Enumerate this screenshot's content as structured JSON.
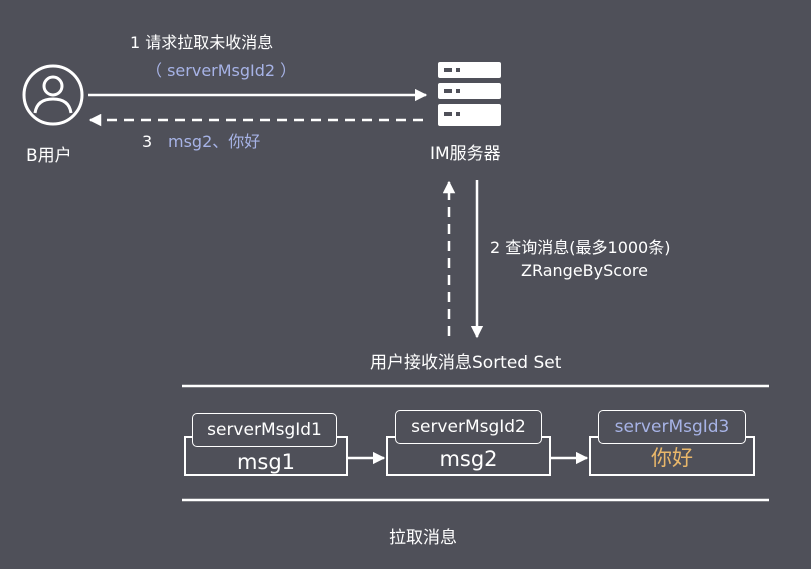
{
  "actors": {
    "user_label": "B用户",
    "server_label": "IM服务器"
  },
  "request": {
    "step": "1 请求拉取未收消息",
    "param": "（ serverMsgId2 ）"
  },
  "response": {
    "step_num": "3",
    "content": "msg2、你好"
  },
  "query": {
    "step": "2 查询消息(最多1000条)",
    "command": "ZRangeByScore"
  },
  "sorted_set": {
    "title": "用户接收消息Sorted Set",
    "items": [
      {
        "id": "serverMsgId1",
        "msg": "msg1",
        "id_color": "#ffffff",
        "msg_color": "#ffffff"
      },
      {
        "id": "serverMsgId2",
        "msg": "msg2",
        "id_color": "#ffffff",
        "msg_color": "#ffffff"
      },
      {
        "id": "serverMsgId3",
        "msg": "你好",
        "id_color": "#a7b3e6",
        "msg_color": "#e9b76a"
      }
    ]
  },
  "footer": {
    "label": "拉取消息"
  },
  "colors": {
    "background": "#4f5059",
    "line": "#ffffff",
    "accent": "#a7b3e6",
    "highlight": "#e9b76a"
  },
  "icons": {
    "user": "user-avatar-icon",
    "server": "server-rack-icon"
  }
}
